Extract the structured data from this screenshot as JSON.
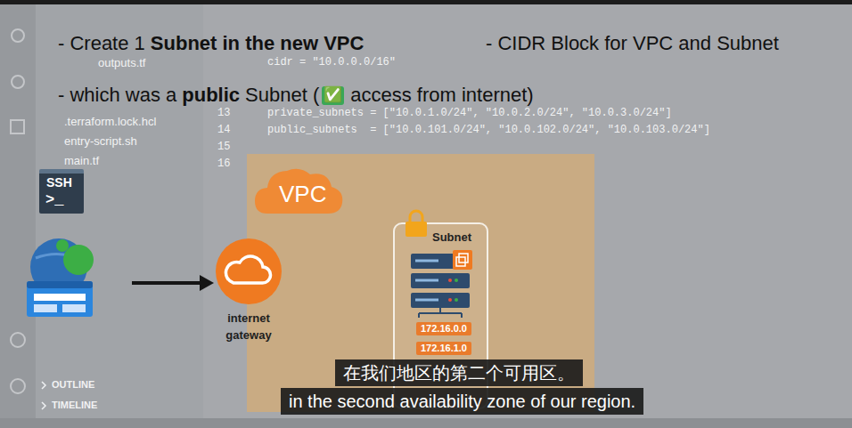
{
  "diagram": {
    "nodes": [
      {
        "text": [
          "SSH",
          ">_"
        ]
      },
      {
        "text": [
          "internet gateway"
        ]
      },
      {
        "text": [
          "VPC"
        ]
      },
      {
        "text": [
          "Subnet"
        ],
        "in": 2
      },
      {
        "text": [
          "172.16.0.0"
        ],
        "in": 3
      },
      {
        "text": [
          "172.16.1.0"
        ],
        "in": 3
      },
      {
        "text": [
          "在我们地区的第二个可用区。"
        ]
      },
      {
        "text": [
          "in the second availability zone of our region."
        ]
      }
    ],
    "labels": [
      "- Create 1",
      "Subnet in the new VPC",
      "- CIDR Block for VPC and Subnet",
      "- which was a",
      "public",
      "Subnet (",
      "✅",
      "access from internet)",
      "outputs.tf",
      ".terraform.lock.hcl",
      "entry-script.sh",
      "main.tf",
      "OUTLINE",
      "TIMELINE",
      "cidr = \"10.0.0.0/16\"",
      "private_subnets = [\"10.0.1.0/24\", \"10.0.2.0/24\", \"10.0.3.0/24\"]",
      "public_subnets  = [\"10.0.101.0/24\", \"10.0.102.0/24\", \"10.0.103.0/24\"]",
      "13",
      "14",
      "15",
      "16"
    ]
  }
}
